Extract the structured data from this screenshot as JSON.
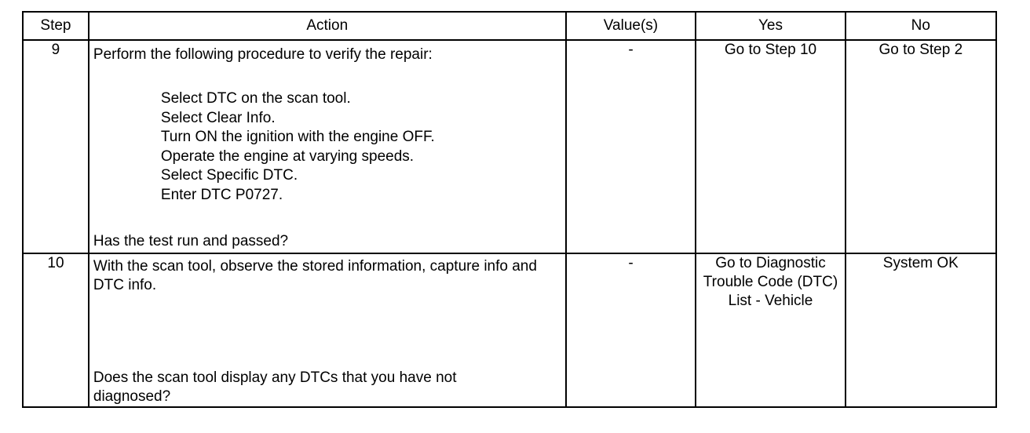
{
  "headers": {
    "step": "Step",
    "action": "Action",
    "values": "Value(s)",
    "yes": "Yes",
    "no": "No"
  },
  "rows": [
    {
      "step": "9",
      "intro": "Perform the following procedure to verify the repair:",
      "procedure": [
        "Select DTC on the scan tool.",
        "Select Clear Info.",
        "Turn ON the ignition with the engine OFF.",
        "Operate the engine at varying speeds.",
        "Select Specific DTC.",
        "Enter DTC P0727."
      ],
      "question": "Has the test run and passed?",
      "value": "-",
      "yes": "Go to Step 10",
      "no": "Go to Step 2"
    },
    {
      "step": "10",
      "intro": "With the scan tool, observe the stored information, capture info and DTC info.",
      "question": "Does the scan tool display any DTCs that you have not diagnosed?",
      "value": "-",
      "yes": "Go to Diagnostic Trouble Code (DTC) List - Vehicle",
      "no": "System OK"
    }
  ]
}
